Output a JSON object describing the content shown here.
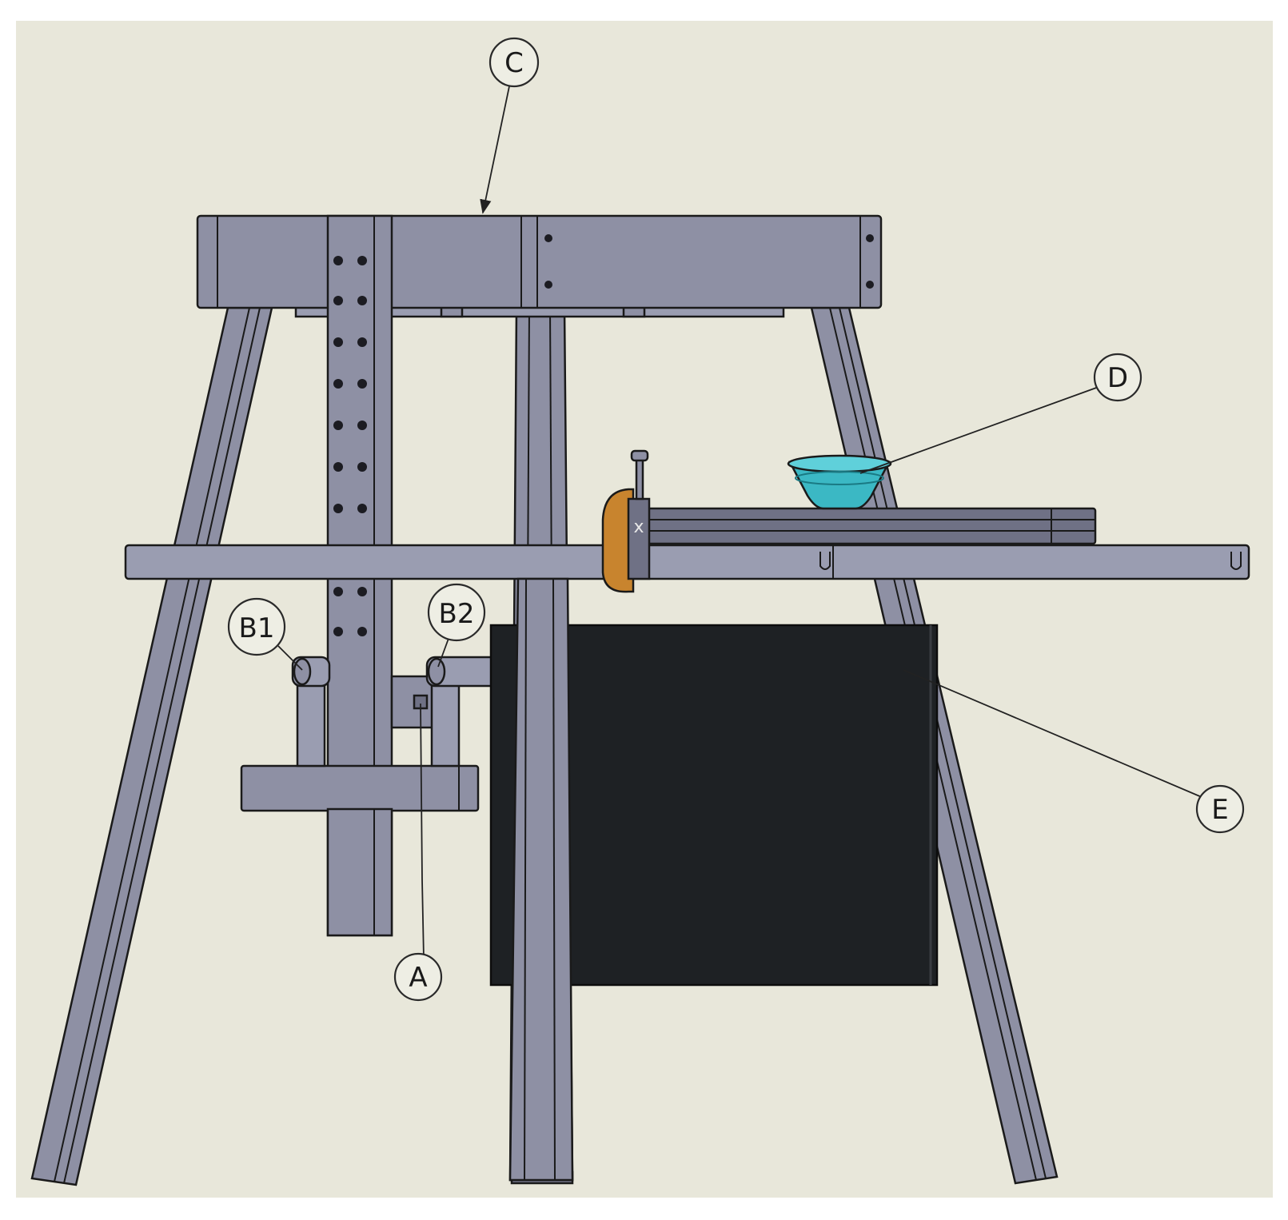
{
  "diagram": {
    "background": "#e8e7da",
    "metal_color": "#8e90a4",
    "panel_color": "#1e2124",
    "bowl_color": "#3bb8c4",
    "clamp_color": "#c8842e",
    "callouts": [
      {
        "id": "C",
        "label": "C"
      },
      {
        "id": "D",
        "label": "D"
      },
      {
        "id": "B1",
        "label": "B1"
      },
      {
        "id": "B2",
        "label": "B2"
      },
      {
        "id": "E",
        "label": "E"
      },
      {
        "id": "A",
        "label": "A"
      }
    ]
  }
}
